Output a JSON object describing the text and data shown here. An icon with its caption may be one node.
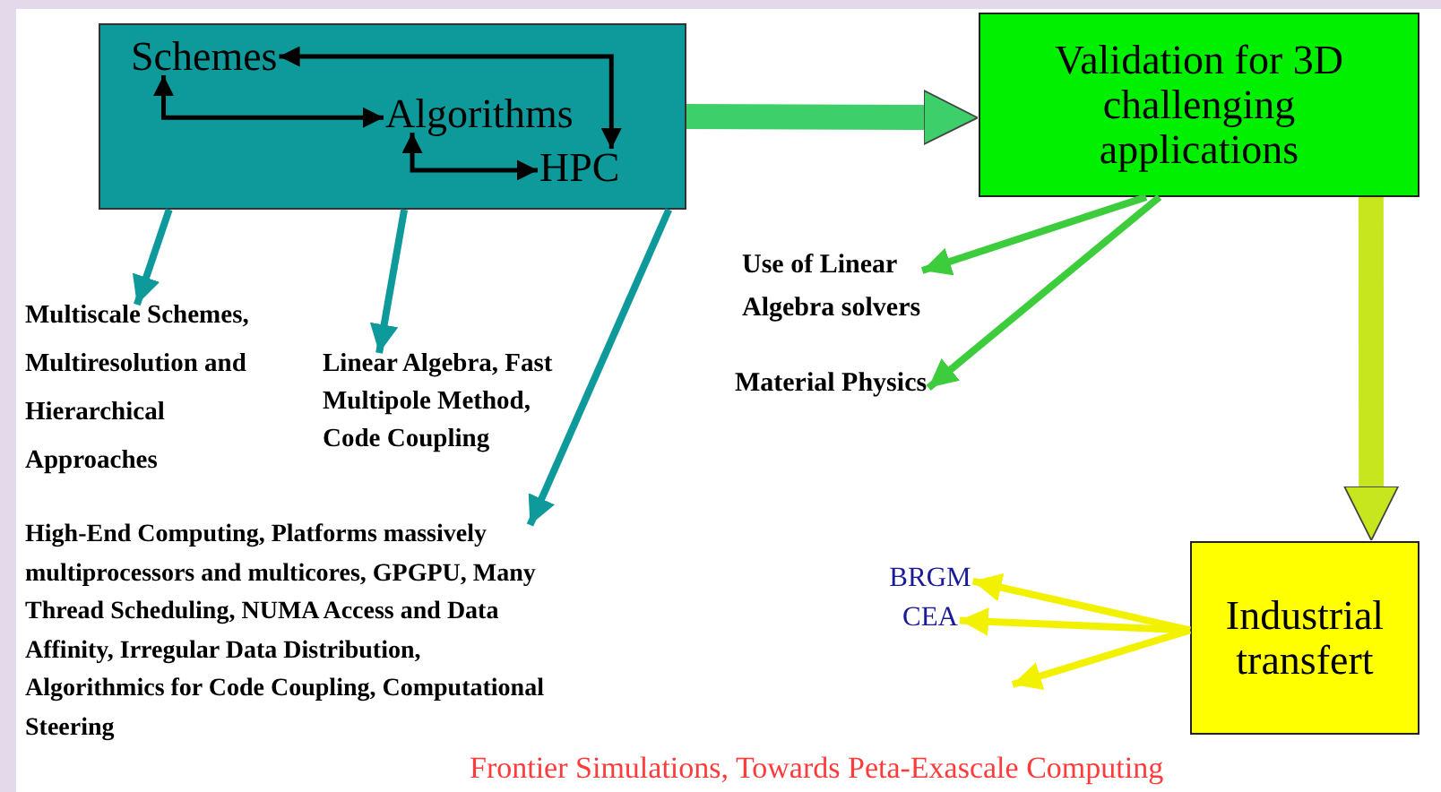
{
  "diagram": {
    "caption": "Frontier Simulations, Towards Peta-Exascale Computing",
    "nodes": [
      {
        "text": [],
        "shape": "box"
      },
      {
        "text": [
          "Schemes"
        ],
        "in": 0
      },
      {
        "text": [
          "Algorithms"
        ],
        "in": 0
      },
      {
        "text": [
          "HPC"
        ],
        "in": 0
      },
      {
        "text": [
          "Multiscale Schemes, Multiresolution and Hierarchical Approaches"
        ]
      },
      {
        "text": [
          "Linear Algebra, Fast Multipole Method, Code Coupling"
        ]
      },
      {
        "text": [
          "High-End Computing, Platforms massively multiprocessors and multicores, GPGPU, Many Thread Scheduling, NUMA Access and Data Affinity, Irregular Data Distribution, Algorithmics for Code Coupling, Computational Steering"
        ]
      },
      {
        "text": [
          "Validation for 3D challenging applications"
        ]
      },
      {
        "text": [
          "Use of Linear Algebra solvers"
        ]
      },
      {
        "text": [
          "Material Physics"
        ]
      },
      {
        "text": [
          "Industrial transfert"
        ]
      },
      {
        "text": [
          "BRGM"
        ]
      },
      {
        "text": [
          "CEA"
        ]
      }
    ],
    "edges": [
      {
        "from": 1,
        "to": 3,
        "arrow": "both",
        "color": "#000000"
      },
      {
        "from": 1,
        "to": 2,
        "arrow": "both",
        "color": "#000000"
      },
      {
        "from": 2,
        "to": 3,
        "arrow": "both",
        "color": "#000000"
      },
      {
        "from": 0,
        "to": 4,
        "arrow": "to",
        "color": "#0e9a9a"
      },
      {
        "from": 0,
        "to": 5,
        "arrow": "to",
        "color": "#0e9a9a"
      },
      {
        "from": 0,
        "to": 6,
        "arrow": "to",
        "color": "#0e9a9a"
      },
      {
        "from": 0,
        "to": 7,
        "arrow": "to",
        "style": "thick",
        "color": "#3ccf6a"
      },
      {
        "from": 7,
        "to": 8,
        "arrow": "to",
        "color": "#3ccc3c"
      },
      {
        "from": 7,
        "to": 9,
        "arrow": "to",
        "color": "#3ccc3c"
      },
      {
        "from": 7,
        "to": 10,
        "arrow": "to",
        "style": "thick",
        "color": "#c8e61e"
      },
      {
        "from": 10,
        "to": 11,
        "arrow": "to",
        "color": "#f2f200"
      },
      {
        "from": 10,
        "to": 12,
        "arrow": "to",
        "color": "#f2f200"
      },
      {
        "from": 10,
        "to": null,
        "arrow": "to",
        "color": "#f2f200"
      }
    ]
  }
}
